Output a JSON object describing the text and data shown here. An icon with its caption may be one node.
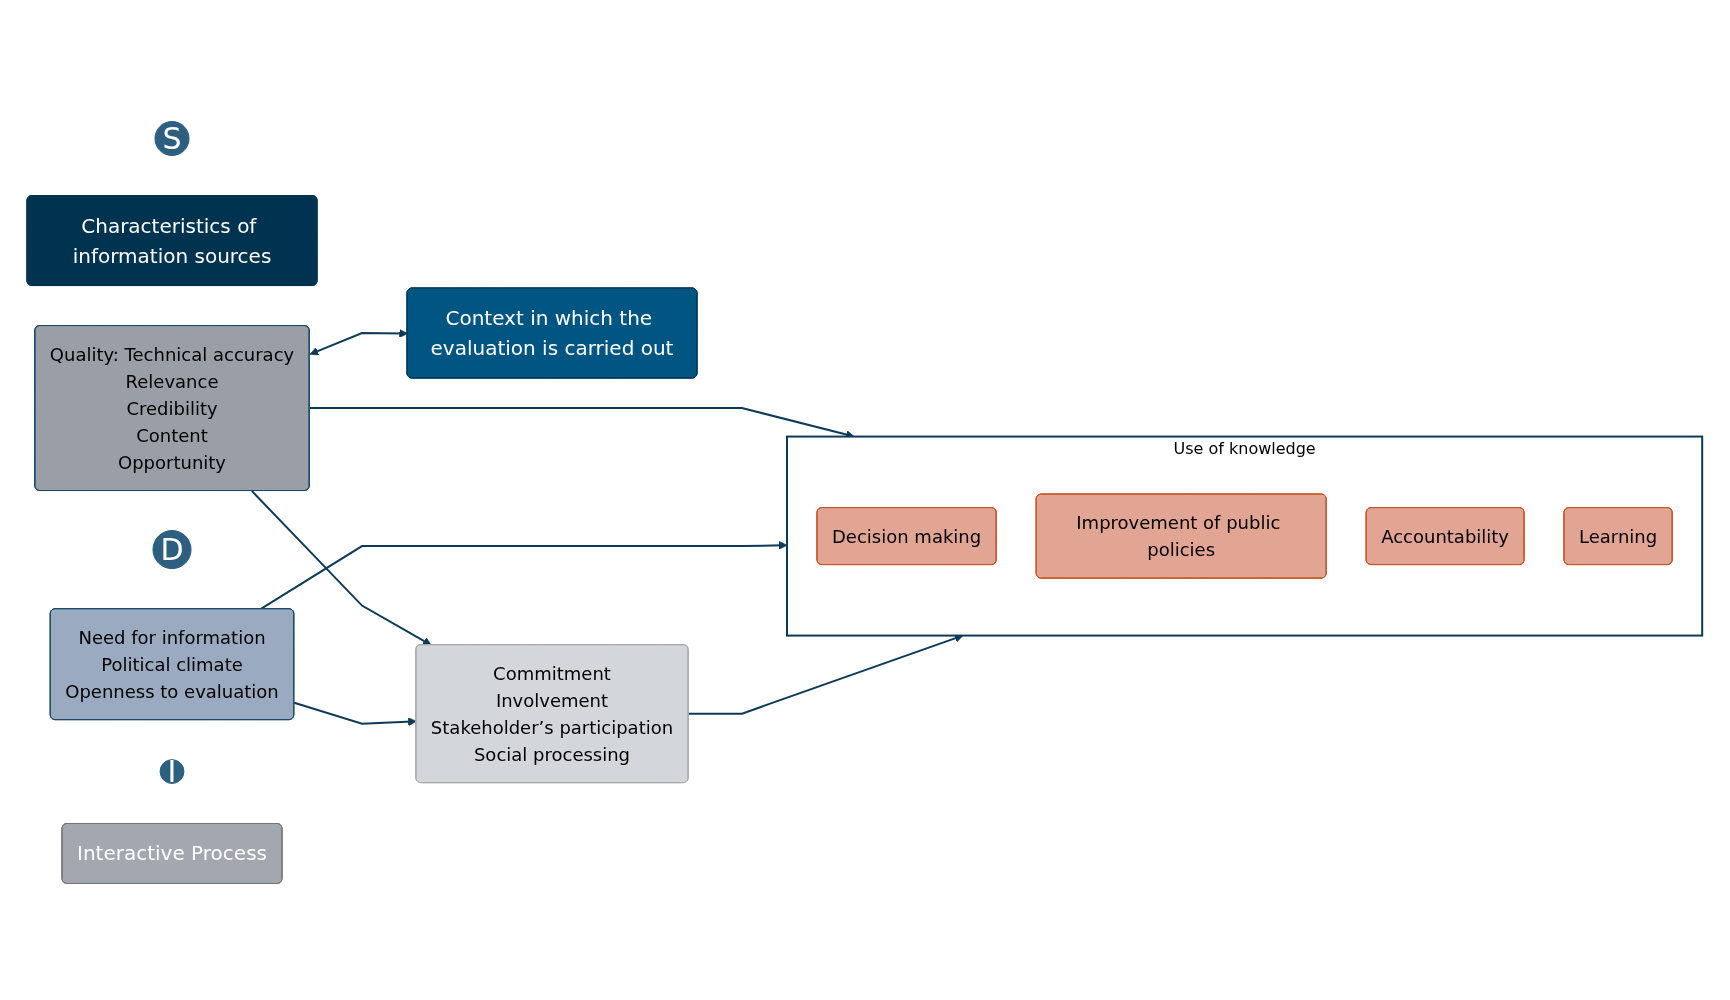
{
  "diagram": {
    "nodes": [
      {
        "text": [
          "S"
        ]
      },
      {
        "text": [
          "Characteristics of information sources"
        ]
      },
      {
        "text": [
          "Quality: Technical accuracy",
          "Relevance",
          "Credibility",
          "Content",
          "Opportunity"
        ]
      },
      {
        "text": [
          "D"
        ]
      },
      {
        "text": [
          "Context in which the evaluation is carried out"
        ]
      },
      {
        "text": [
          "Need for information",
          "Political climate",
          "Openness to evaluation"
        ]
      },
      {
        "text": [
          "I"
        ]
      },
      {
        "text": [
          "Interactive Process"
        ]
      },
      {
        "text": [
          "Commitment",
          "Involvement",
          "Stakeholder’s participation",
          "Social processing"
        ]
      },
      {
        "text": [
          "Use of knowledge"
        ]
      },
      {
        "text": [
          "Decision making"
        ],
        "in": 9
      },
      {
        "text": [
          "Improvement of public policies"
        ],
        "in": 9
      },
      {
        "text": [
          "Accountability"
        ],
        "in": 9
      },
      {
        "text": [
          "Learning"
        ],
        "in": 9
      }
    ],
    "edges": [
      {
        "from": 2,
        "to": 9,
        "arrow": "to"
      },
      {
        "from": 2,
        "to": 8,
        "arrow": "to"
      },
      {
        "from": 2,
        "to": 4,
        "arrow": "both"
      },
      {
        "from": 5,
        "to": 8,
        "arrow": "to"
      },
      {
        "from": 5,
        "to": 9,
        "arrow": "to"
      },
      {
        "from": 8,
        "to": 9,
        "arrow": "to"
      }
    ]
  }
}
